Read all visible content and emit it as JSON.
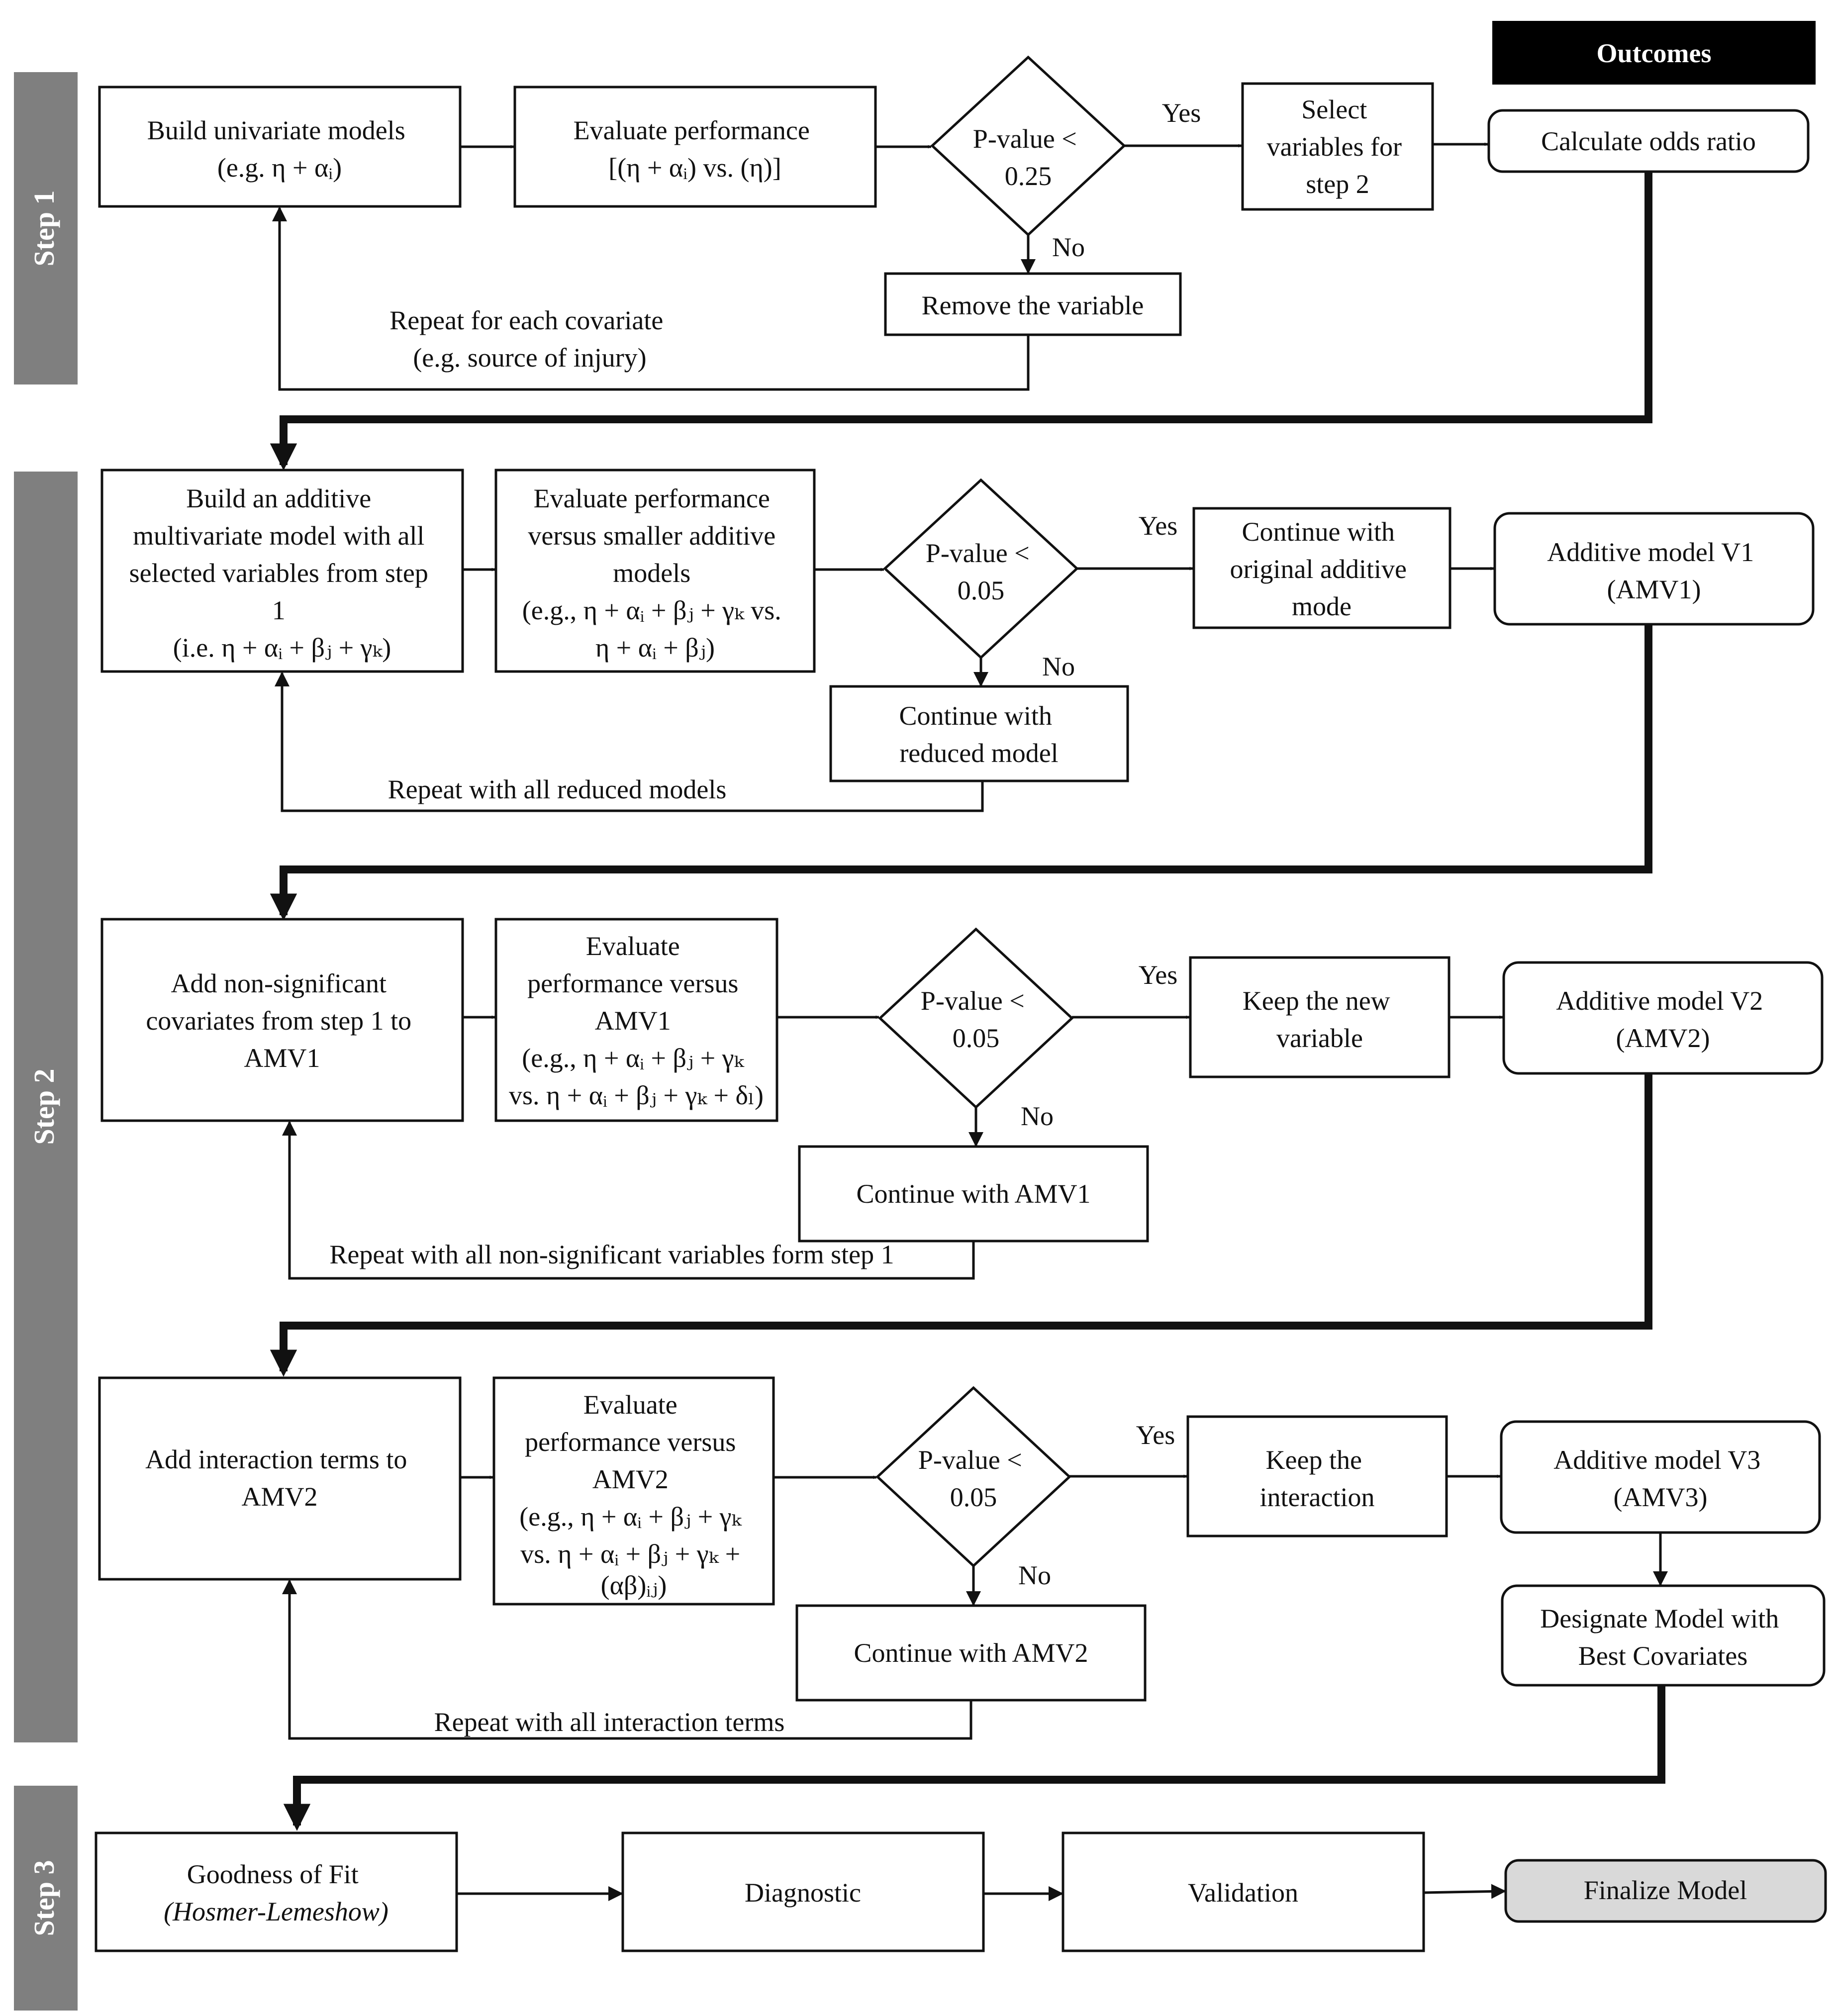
{
  "colors": {
    "step_bar": "#7f7f7f",
    "outcomes_header": "#000000",
    "final_fill": "#d9d9d9",
    "line": "#111111"
  },
  "steps": {
    "step1": "Step 1",
    "step2": "Step 2",
    "step3": "Step 3"
  },
  "outcomes_header": "Outcomes",
  "step1": {
    "build_univariate": [
      "Build univariate models",
      "(e.g. η + αᵢ)"
    ],
    "evaluate_performance": [
      "Evaluate performance",
      "[(η + αᵢ) vs. (η)]"
    ],
    "decision": [
      "P-value <",
      "0.25"
    ],
    "yes": "Yes",
    "no": "No",
    "select_variables": [
      "Select",
      "variables for",
      "step 2"
    ],
    "calculate_odds": "Calculate odds ratio",
    "remove_variable": "Remove the variable",
    "repeat_label": [
      "Repeat for each covariate",
      "(e.g. source of injury)"
    ]
  },
  "step2a": {
    "build_additive": [
      "Build an additive",
      "multivariate model with all",
      "selected variables from step",
      "1",
      "(i.e. η + αᵢ + βⱼ + γₖ)"
    ],
    "evaluate_smaller": [
      "Evaluate performance",
      "versus smaller additive",
      "models",
      "(e.g., η + αᵢ + βⱼ + γₖ vs.",
      "η + αᵢ + βⱼ)"
    ],
    "decision": [
      "P-value <",
      "0.05"
    ],
    "yes": "Yes",
    "no": "No",
    "continue_original": [
      "Continue with",
      "original additive",
      "mode"
    ],
    "amv1": [
      "Additive model V1",
      "(AMV1)"
    ],
    "continue_reduced": [
      "Continue with",
      "reduced model"
    ],
    "repeat_label": "Repeat with all reduced models"
  },
  "step2b": {
    "add_nonsig": [
      "Add non-significant",
      "covariates from step 1 to",
      "AMV1"
    ],
    "evaluate_amv1": [
      "Evaluate",
      "performance versus",
      "AMV1",
      "(e.g., η + αᵢ + βⱼ + γₖ",
      "vs. η + αᵢ + βⱼ + γₖ + δₗ)"
    ],
    "decision": [
      "P-value <",
      "0.05"
    ],
    "yes": "Yes",
    "no": "No",
    "keep_new": [
      "Keep the new",
      "variable"
    ],
    "amv2": [
      "Additive model V2",
      "(AMV2)"
    ],
    "continue_amv1": "Continue with AMV1",
    "repeat_label": "Repeat with all non-significant variables form step 1"
  },
  "step2c": {
    "add_interaction": [
      "Add interaction terms to",
      "AMV2"
    ],
    "evaluate_amv2": [
      "Evaluate",
      "performance versus",
      "AMV2",
      "(e.g., η + αᵢ + βⱼ + γₖ",
      "vs. η + αᵢ + βⱼ + γₖ +",
      "(αβ)ᵢⱼ)"
    ],
    "decision": [
      "P-value <",
      "0.05"
    ],
    "yes": "Yes",
    "no": "No",
    "keep_interaction": [
      "Keep the",
      "interaction"
    ],
    "amv3": [
      "Additive model V3",
      "(AMV3)"
    ],
    "designate": [
      "Designate Model with",
      "Best Covariates"
    ],
    "continue_amv2": "Continue with AMV2",
    "repeat_label": "Repeat with all interaction terms"
  },
  "step3": {
    "goodness": [
      "Goodness of Fit",
      "(Hosmer-Lemeshow)"
    ],
    "diagnostic": "Diagnostic",
    "validation": "Validation",
    "finalize": "Finalize Model"
  }
}
